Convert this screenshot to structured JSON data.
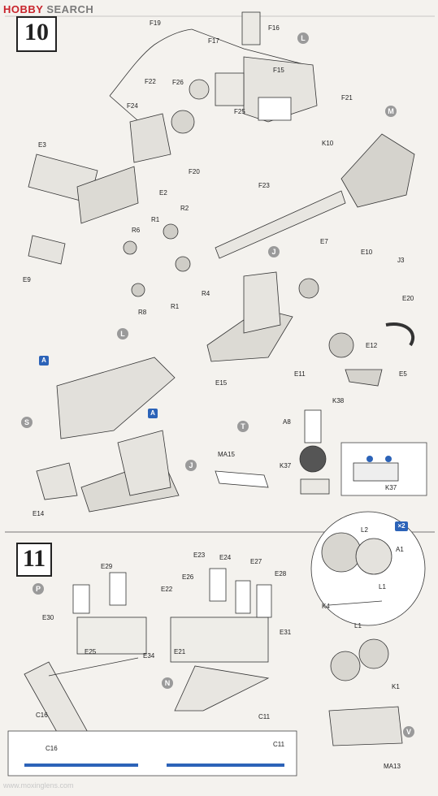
{
  "watermark": {
    "part1": "HOBBY",
    "part2": "SEARCH"
  },
  "footer_site": "www.moxinglens.com",
  "steps": {
    "step10": "10",
    "step11": "11"
  },
  "callouts": {
    "L": "L",
    "M": "M",
    "J": "J",
    "S": "S",
    "T": "T",
    "P": "P",
    "N": "N",
    "V": "V"
  },
  "labels10": {
    "F19": "F19",
    "F16": "F16",
    "F17": "F17",
    "F15": "F15",
    "F22": "F22",
    "F26": "F26",
    "F21": "F21",
    "F24": "F24",
    "F25": "F25",
    "F20": "F20",
    "K10": "K10",
    "E3": "E3",
    "E2": "E2",
    "F23": "F23",
    "R2": "R2",
    "R1a": "R1",
    "R6": "R6",
    "E9": "E9",
    "R4": "R4",
    "R8": "R8",
    "R1b": "R1",
    "E7": "E7",
    "E10": "E10",
    "J3": "J3",
    "E20": "E20",
    "E12": "E12",
    "E11": "E11",
    "E15": "E15",
    "E5": "E5",
    "K38": "K38",
    "A8": "A8",
    "MA15": "MA15",
    "K37a": "K37",
    "K37b": "K37",
    "E14": "E14"
  },
  "labels11": {
    "E29": "E29",
    "E30": "E30",
    "E25": "E25",
    "E34": "E34",
    "C16a": "C16",
    "E23": "E23",
    "E24": "E24",
    "E27": "E27",
    "E28": "E28",
    "E22": "E22",
    "E26": "E26",
    "E31": "E31",
    "E21": "E21",
    "C11a": "C11",
    "L2": "L2",
    "A1": "A1",
    "L1a": "L1",
    "K4": "K4",
    "L1b": "L1",
    "K1": "K1",
    "MA13": "MA13",
    "C16b": "C16",
    "C11b": "C11"
  },
  "badges": {
    "x2": "×2",
    "A": "A"
  }
}
